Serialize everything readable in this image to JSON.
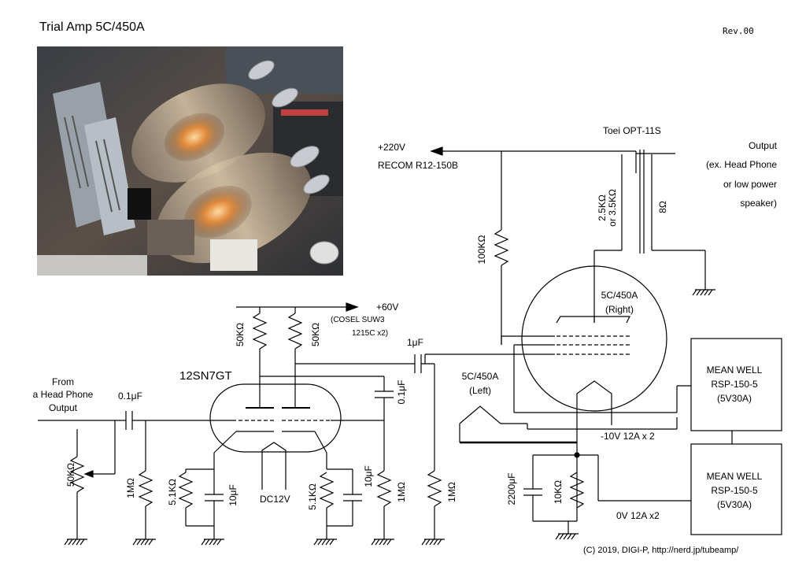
{
  "title": "Trial Amp 5C/450A",
  "revision": "Rev.00",
  "supply_high": {
    "voltage": "+220V",
    "source": "RECOM R12-150B"
  },
  "transformer": {
    "name": "Toei OPT-11S",
    "primary": "2.5KΩ\nor 3.5KΩ",
    "secondary": "8Ω"
  },
  "output_note": [
    "Output",
    "(ex. Head Phone",
    "or low power",
    "speaker)"
  ],
  "supply_low": {
    "voltage": "+60V",
    "source": [
      "(COSEL SUW3",
      "1215C x2)"
    ]
  },
  "input_note": [
    "From",
    "a Head Phone",
    "Output"
  ],
  "tube_driver": "12SN7GT",
  "tube_right": [
    "5C/450A",
    "(Right)"
  ],
  "tube_left": [
    "5C/450A",
    "(Left)"
  ],
  "psu_1": [
    "MEAN WELL",
    "RSP-150-5",
    "(5V30A)"
  ],
  "psu_2": [
    "MEAN WELL",
    "RSP-150-5",
    "(5V30A)"
  ],
  "heater_neg": "-10V 12A x 2",
  "heater_zero": "0V 12A x2",
  "heater_dc": "DC12V",
  "parts": {
    "r_plate": "100KΩ",
    "r_load1": "50KΩ",
    "r_load2": "50KΩ",
    "c_couple_out": "1μF",
    "c_couple_bypass": "0.1μF",
    "c_in": "0.1μF",
    "pot_in": "50KΩ",
    "r_grid1": "1MΩ",
    "r_k1": "5.1KΩ",
    "c_k1": "10μF",
    "r_k2": "5.1KΩ",
    "c_k2": "10μF",
    "r_grid2": "1MΩ",
    "r_grid_out": "1MΩ",
    "c_fil": "2200μF",
    "r_fil": "10KΩ"
  },
  "copyright": "(C) 2019, DIGI-P, http://nerd.jp/tubeamp/"
}
